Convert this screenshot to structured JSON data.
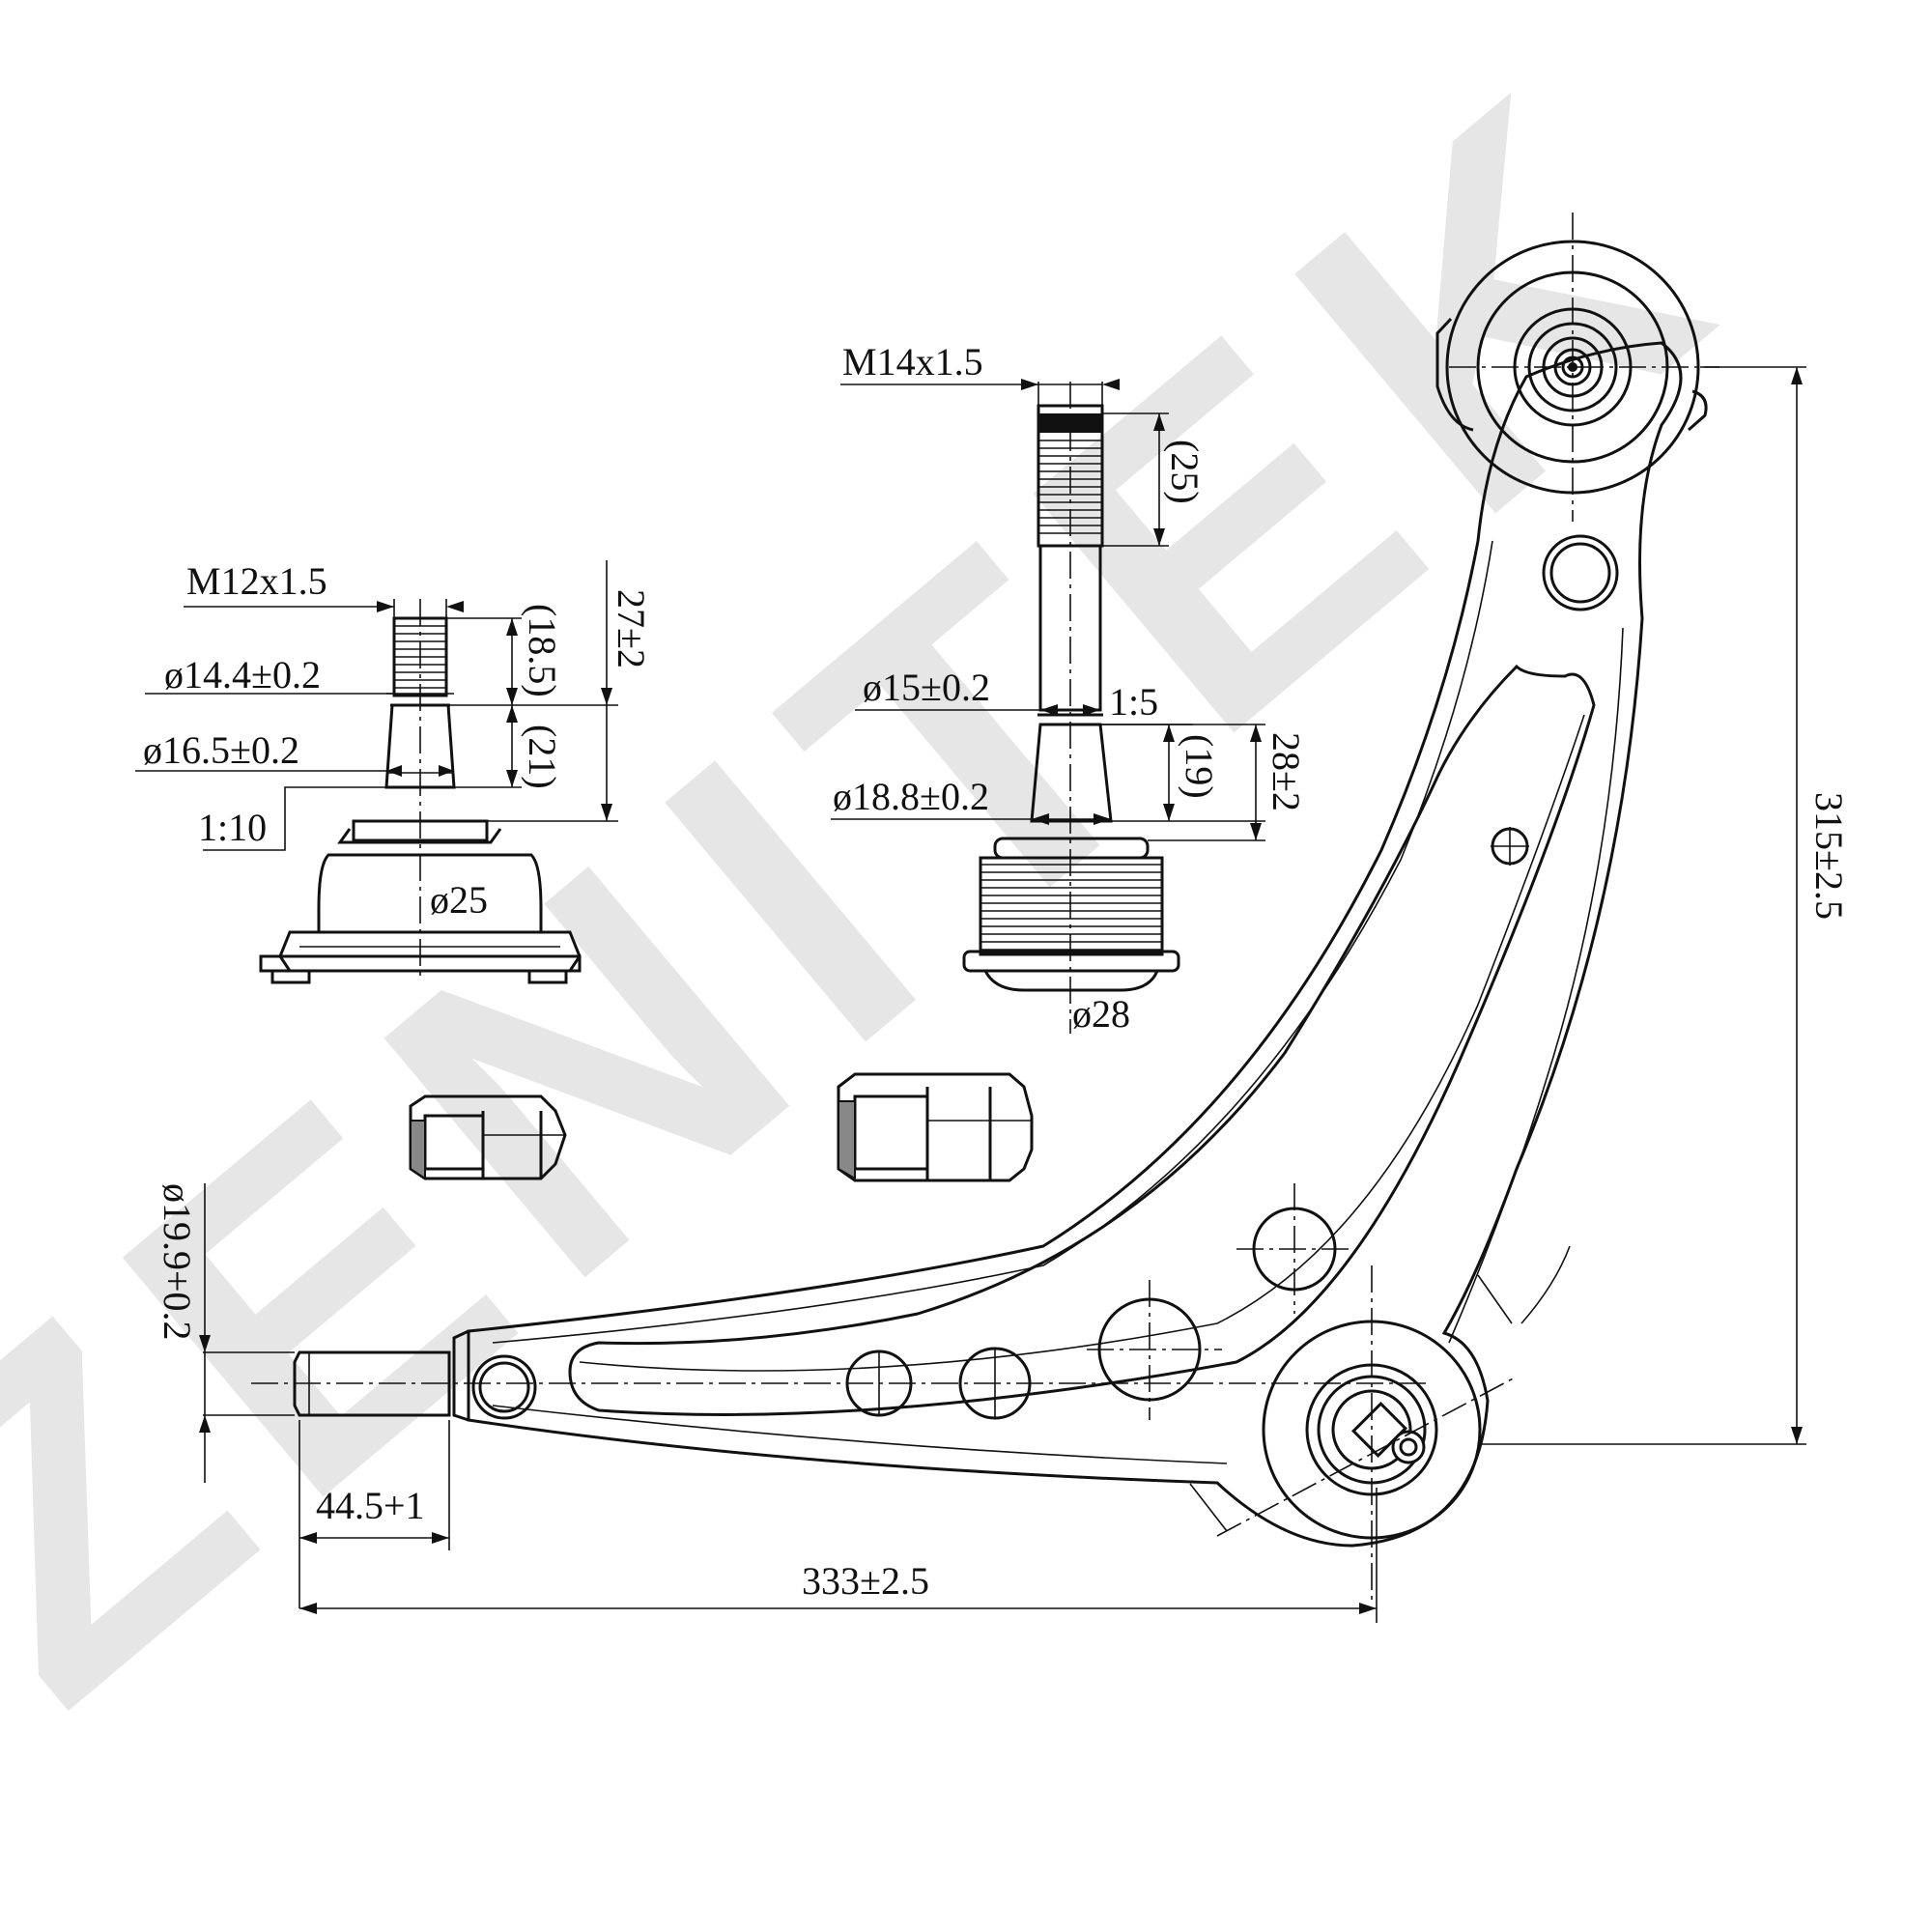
{
  "watermark": "ZENITEK",
  "dimensions": {
    "thread_small": "M12x1.5",
    "dia_small_top": "ø14.4±0.2",
    "dia_small_bottom": "ø16.5±0.2",
    "taper_small": "1:10",
    "len_small_thread": "(18.5)",
    "len_small_taper": "(21)",
    "height_small": "27±2",
    "dia_small_body": "ø25",
    "thread_large": "M14x1.5",
    "len_large_thread": "(25)",
    "dia_large_top": "ø15±0.2",
    "taper_large": "1:5",
    "dia_large_bottom": "ø18.8±0.2",
    "len_large_taper": "(19)",
    "height_large": "28±2",
    "dia_large_body": "ø28",
    "dia_bushing": "ø19.9+0.2",
    "len_bushing": "44.5+1",
    "arm_length": "333±2.5",
    "arm_height": "315±2.5"
  }
}
